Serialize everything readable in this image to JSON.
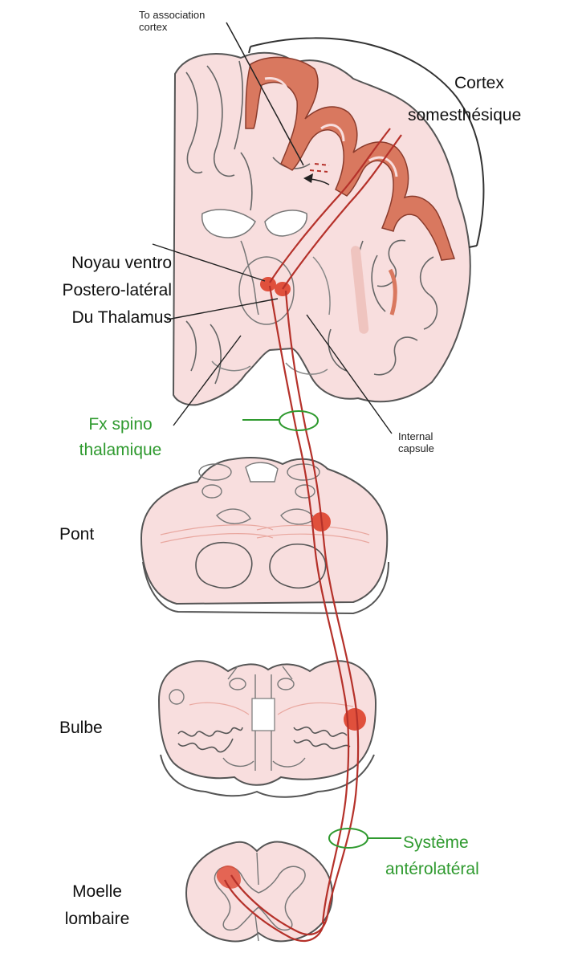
{
  "labels": {
    "association": [
      "To association",
      "cortex"
    ],
    "cortex": [
      "Cortex",
      "somesthésique"
    ],
    "thalamus": [
      "Noyau ventro",
      "Postero-latéral",
      "Du Thalamus"
    ],
    "internal_capsule": [
      "Internal",
      "capsule"
    ],
    "fx_spino": [
      "Fx spino",
      "thalamique"
    ],
    "pont": "Pont",
    "bulbe": "Bulbe",
    "systeme": [
      "Système",
      "antérolatéral"
    ],
    "moelle": [
      "Moelle",
      "lombaire"
    ]
  },
  "colors": {
    "tissue": "#f8dede",
    "outline": "#555555",
    "cortex": "#d9785f",
    "pathway": "#b5312a",
    "nucleus": "#e0503c",
    "label_green": "#2f9a2f"
  }
}
